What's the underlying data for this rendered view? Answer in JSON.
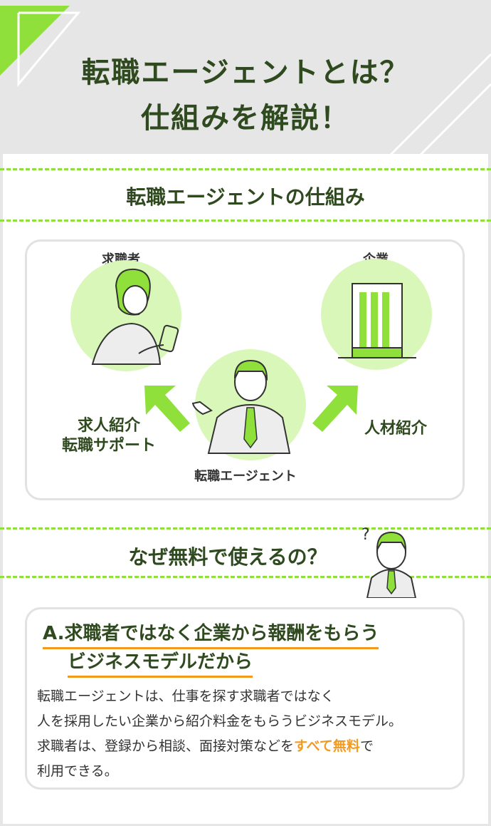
{
  "header": {
    "title_line1": "転職エージェントとは？",
    "title_line2": "仕組みを解説！"
  },
  "mechanism": {
    "heading": "転職エージェントの仕組み",
    "job_seeker_label": "求職者",
    "company_label": "企業",
    "agent_label": "転職エージェント",
    "left_arrow_line1": "求人紹介",
    "left_arrow_line2": "転職サポート",
    "right_arrow_label": "人材紹介"
  },
  "why_free": {
    "heading": "なぜ無料で使えるの？",
    "answer_line1": "A.求職者ではなく企業から報酬をもらう",
    "answer_line2": "ビジネスモデルだから",
    "body_line1": "転職エージェントは、仕事を探す求職者ではなく",
    "body_line2": "人を採用したい企業から紹介料金をもらうビジネスモデル。",
    "body_line3_pre": "求職者は、登録から相談、面接対策などを",
    "body_line3_highlight": "すべて無料",
    "body_line3_post": "で",
    "body_line4": "利用できる。"
  },
  "colors": {
    "accent_green": "#8fe03a",
    "dark_green": "#2f4a1f",
    "highlight_orange": "#f39a1e",
    "circle_fill": "#d9f7b8"
  },
  "icons": [
    "job-seeker-illustration",
    "company-building-illustration",
    "agent-illustration",
    "question-man-illustration",
    "arrow-up-left-icon",
    "arrow-up-right-icon",
    "corner-triangle-icon"
  ]
}
